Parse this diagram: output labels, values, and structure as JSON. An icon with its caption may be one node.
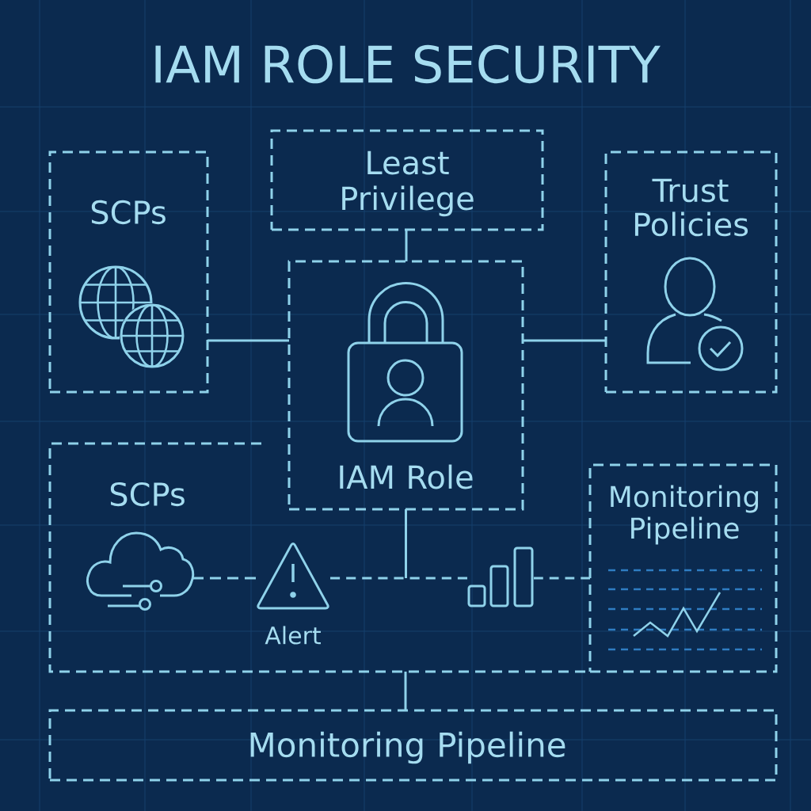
{
  "diagram": {
    "title": "IAM ROLE SECURITY",
    "nodes": [
      {
        "text": [
          "SCPs"
        ]
      },
      {
        "text": [
          "Least Privilege"
        ]
      },
      {
        "text": [
          "Trust Policies"
        ]
      },
      {
        "text": [
          "IAM Role"
        ]
      },
      {
        "text": [
          "SCPs"
        ]
      },
      {
        "text": [],
        "shape": "cloud",
        "in": 4
      },
      {
        "text": [
          "Alert"
        ],
        "in": 4
      },
      {
        "text": [],
        "shape": "bar",
        "in": 4
      },
      {
        "text": [
          "Monitoring Pipeline"
        ]
      },
      {
        "text": [
          "Monitoring Pipeline"
        ]
      }
    ],
    "edges": [
      {
        "from": 0,
        "to": 3,
        "arrow": "none"
      },
      {
        "from": 1,
        "to": 3,
        "arrow": "none"
      },
      {
        "from": 3,
        "to": 2,
        "arrow": "none"
      },
      {
        "from": 5,
        "to": 6,
        "arrow": "none",
        "style": "dashed"
      },
      {
        "from": 6,
        "to": 7,
        "arrow": "none",
        "style": "dashed"
      },
      {
        "from": 3,
        "to": null,
        "arrow": "none"
      },
      {
        "from": 7,
        "to": 8,
        "arrow": "none",
        "style": "dashed"
      },
      {
        "from": 4,
        "to": 9,
        "arrow": "none"
      }
    ]
  }
}
